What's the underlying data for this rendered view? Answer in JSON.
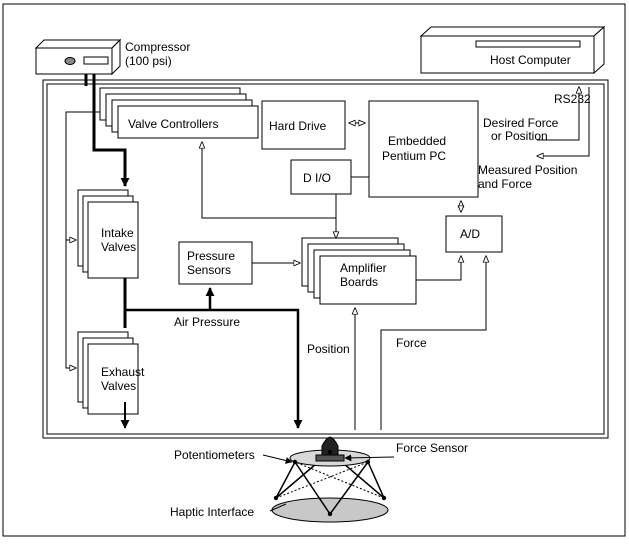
{
  "labels": {
    "compressor_line1": "Compressor",
    "compressor_line2": "(100 psi)",
    "host_computer": "Host Computer",
    "rs232": "RS232",
    "valve_controllers": "Valve Controllers",
    "hard_drive": "Hard Drive",
    "pc_line1": "Embedded",
    "pc_line2": "Pentium PC",
    "desired_line1": "Desired Force",
    "desired_line2": "or Position",
    "measured_line1": "Measured Position",
    "measured_line2": "and Force",
    "dio": "D I/O",
    "ad": "A/D",
    "intake_line1": "Intake",
    "intake_line2": "Valves",
    "pressure_line1": "Pressure",
    "pressure_line2": "Sensors",
    "amplifier_line1": "Amplifier",
    "amplifier_line2": "Boards",
    "air_pressure": "Air Pressure",
    "exhaust_line1": "Exhaust",
    "exhaust_line2": "Valves",
    "position": "Position",
    "force": "Force",
    "potentiometers": "Potentiometers",
    "force_sensor": "Force Sensor",
    "haptic_interface": "Haptic Interface"
  }
}
